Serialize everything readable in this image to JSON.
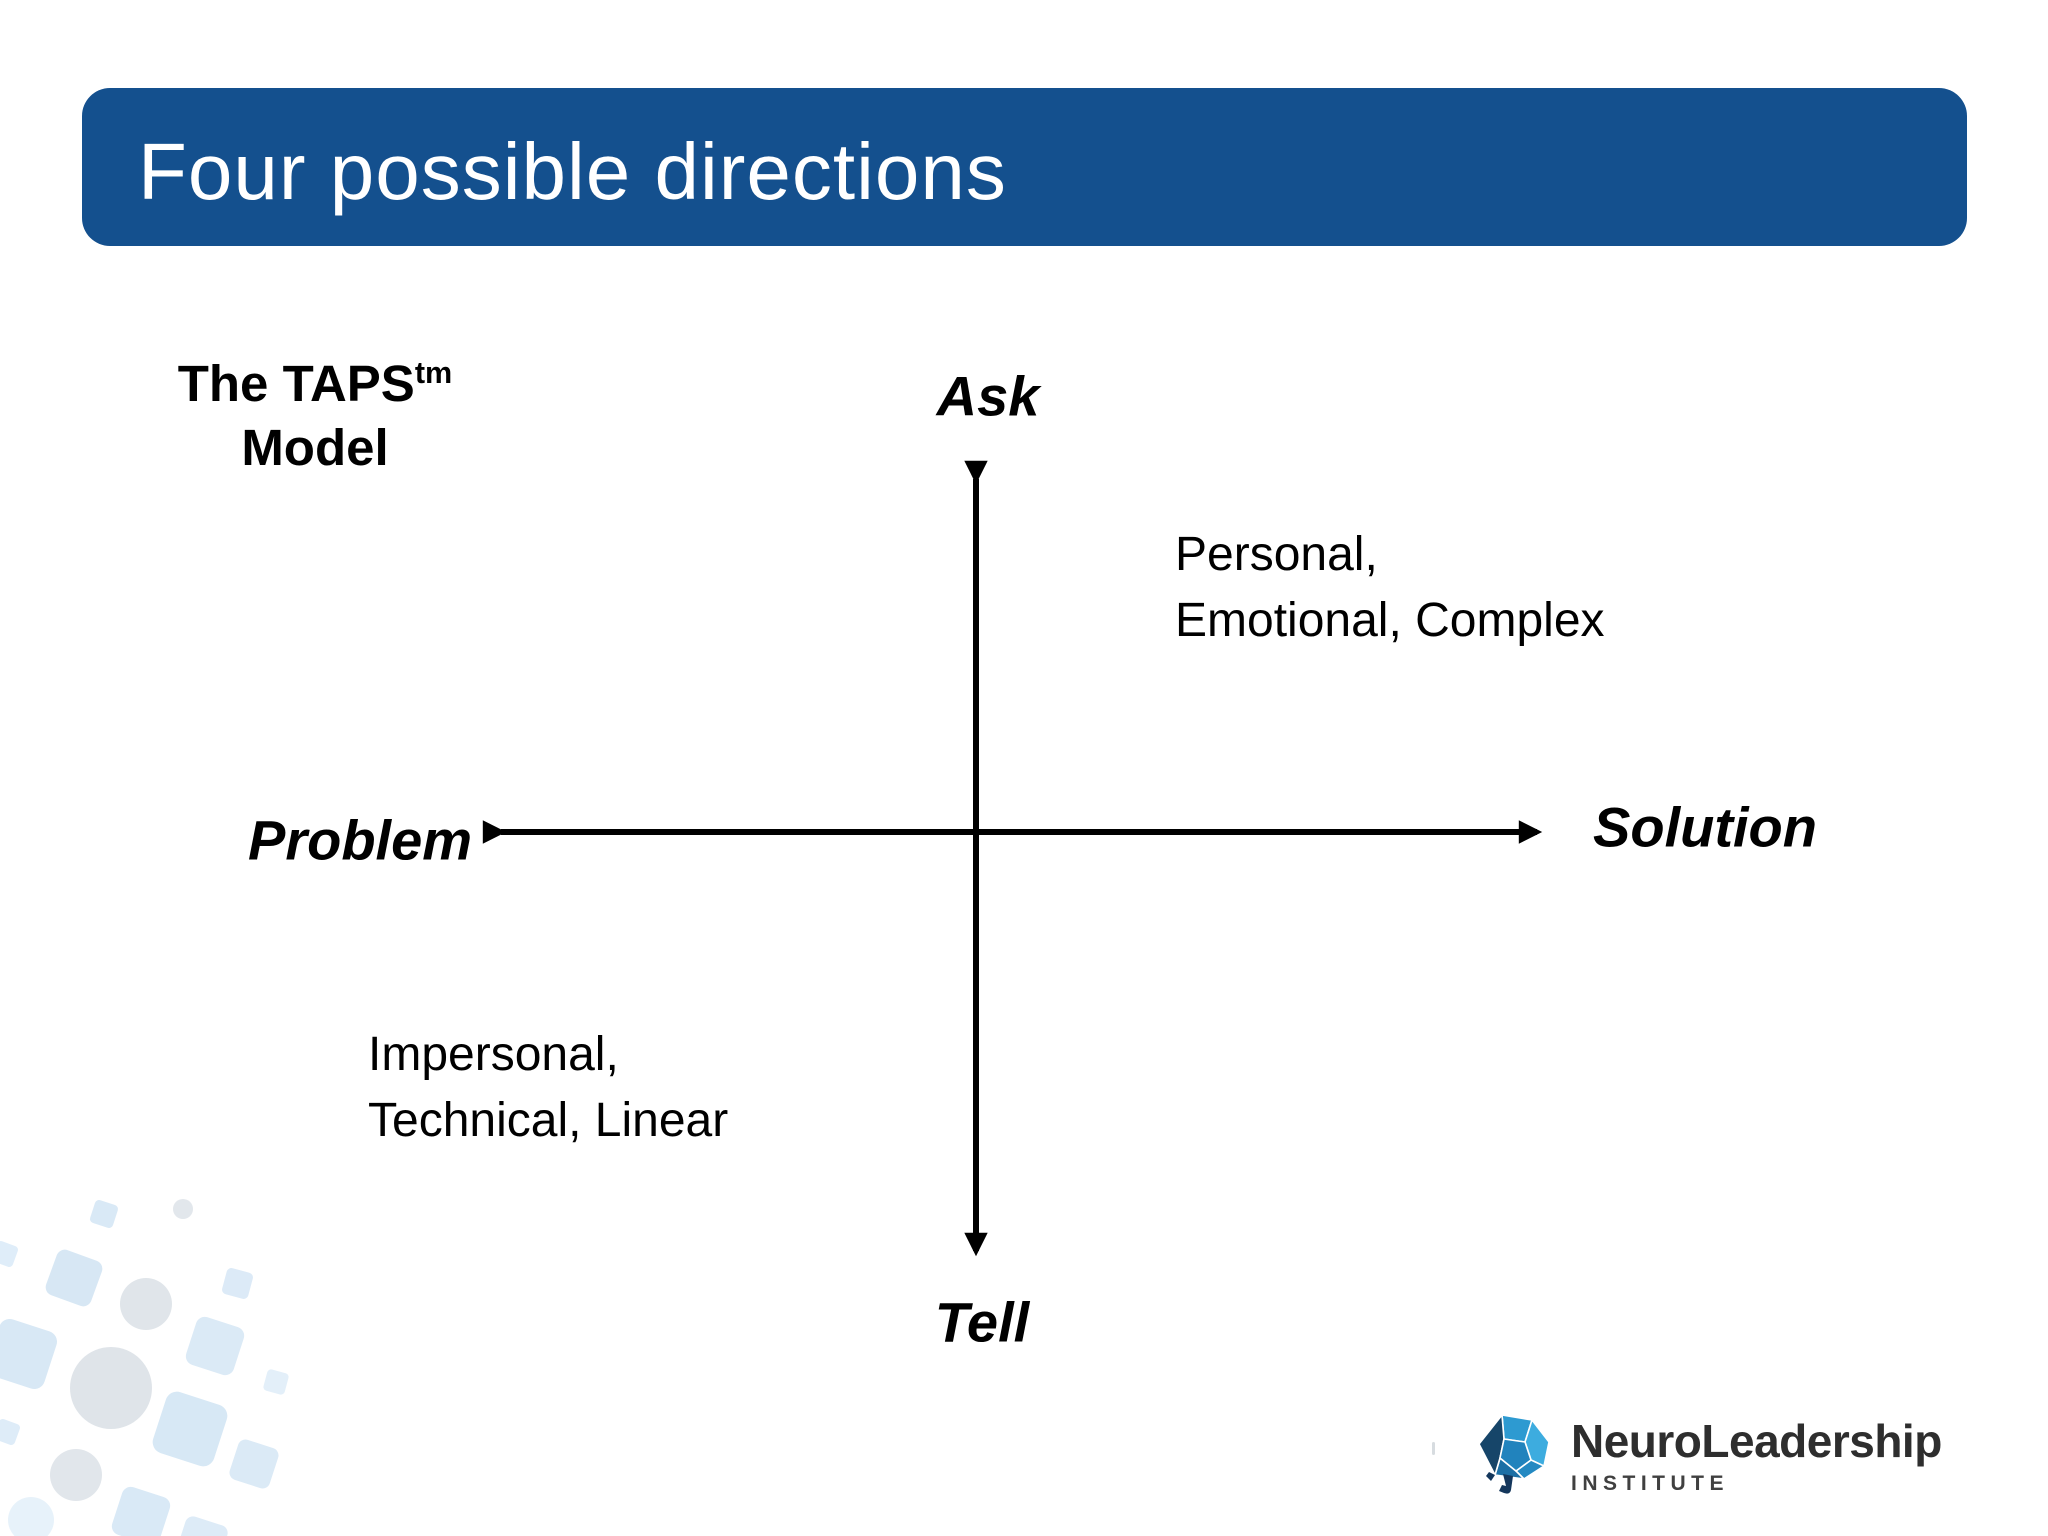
{
  "slide": {
    "title": "Four possible directions",
    "model": {
      "line1": "The TAPS",
      "tm": "tm",
      "line2": "Model"
    },
    "axes": {
      "top": "Ask",
      "bottom": "Tell",
      "left": "Problem",
      "right": "Solution"
    },
    "quadrants": {
      "top_right": {
        "line1": "Personal,",
        "line2": "Emotional, Complex"
      },
      "bottom_left": {
        "line1": "Impersonal,",
        "line2": "Technical, Linear"
      }
    },
    "logo": {
      "name": "NeuroLeadership",
      "subtitle": "INSTITUTE"
    },
    "colors": {
      "title_bar_blue": "#14508E",
      "title_text": "#FFFFFF",
      "axis_line": "#000000",
      "body_text": "#000000",
      "logo_light_blue": "#3DACDF",
      "logo_mid_blue": "#2183BD",
      "logo_dark_blue": "#164569",
      "logo_text_gray": "#2E2E2E",
      "deco_pale_blue": "#D9E9F6",
      "deco_pale_gray": "#E0E5EA"
    }
  }
}
